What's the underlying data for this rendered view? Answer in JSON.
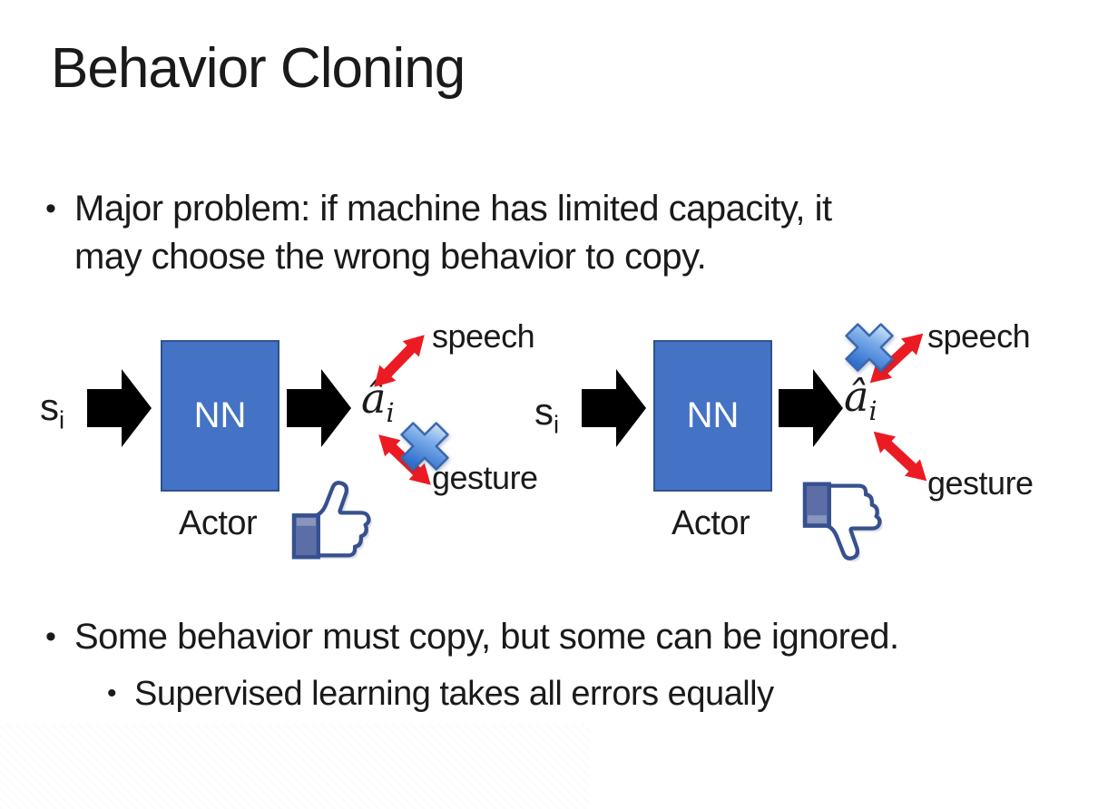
{
  "slide": {
    "title": "Behavior Cloning",
    "bullets": {
      "marker": "•",
      "main1_line1": "Major problem: if machine has limited capacity, it",
      "main1_line2": "may choose the wrong behavior to copy.",
      "main2": "Some behavior must copy, but some can be ignored.",
      "sub1": "Supervised learning takes all errors equally"
    }
  },
  "diagram_left": {
    "input_base": "s",
    "input_sub": "i",
    "nn_label": "NN",
    "output_base": "â",
    "output_sub": "i",
    "top_action": "speech",
    "bottom_action": "gesture",
    "actor_label": "Actor",
    "crossed_action": "gesture",
    "feedback_icon": "thumbs-up"
  },
  "diagram_right": {
    "input_base": "s",
    "input_sub": "i",
    "nn_label": "NN",
    "output_base": "â",
    "output_sub": "i",
    "top_action": "speech",
    "bottom_action": "gesture",
    "actor_label": "Actor",
    "crossed_action": "speech",
    "feedback_icon": "thumbs-down"
  },
  "colors": {
    "text": "#1a1a1a",
    "nn_fill": "#4472c4",
    "black_arrow": "#000000",
    "red_arrow": "#ec1b23",
    "cross_fill_top": "#eaf3fc",
    "cross_fill_mid": "#7fafea",
    "cross_fill_bottom": "#2f6fce",
    "cross_stroke": "#3a67ad",
    "thumb_outline": "#36508f",
    "thumb_cuff": "#5b6ea6",
    "thumb_shadow": "#dfe2e6"
  }
}
